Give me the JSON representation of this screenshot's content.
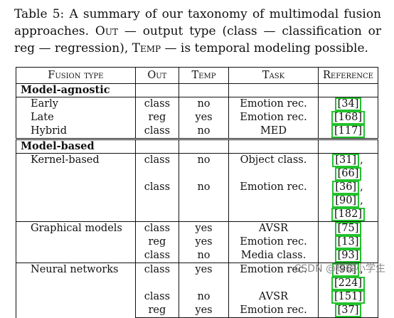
{
  "caption": {
    "prefix": "Table 5: A summary of our taxonomy of multimodal fusion approaches. ",
    "out_term": "Out",
    "out_desc": " — output type (class — classification or reg — regression), ",
    "temp_term": "Temp",
    "temp_desc": " — is temporal modeling possible."
  },
  "headers": [
    "Fusion type",
    "Out",
    "Temp",
    "Task",
    "Reference"
  ],
  "sections": [
    {
      "title": "Model-agnostic",
      "groups": [
        {
          "name": "Early",
          "rows": [
            {
              "out": "class",
              "temp": "no",
              "task": "Emotion rec.",
              "refs": [
                "[34]"
              ]
            }
          ]
        },
        {
          "name": "Late",
          "rows": [
            {
              "out": "reg",
              "temp": "yes",
              "task": "Emotion rec.",
              "refs": [
                "[168]"
              ]
            }
          ]
        },
        {
          "name": "Hybrid",
          "rows": [
            {
              "out": "class",
              "temp": "no",
              "task": "MED",
              "refs": [
                "[117]"
              ]
            }
          ]
        }
      ]
    },
    {
      "title": "Model-based",
      "groups": [
        {
          "name": "Kernel-based",
          "rows": [
            {
              "out": "class",
              "temp": "no",
              "task": "Object class.",
              "refs": [
                "[31]",
                "[66]"
              ]
            },
            {
              "out": "class",
              "temp": "no",
              "task": "Emotion rec.",
              "refs": [
                "[36]",
                "[90]",
                "[182]"
              ]
            }
          ]
        },
        {
          "name": "Graphical models",
          "rows": [
            {
              "out": "class",
              "temp": "yes",
              "task": "AVSR",
              "refs": [
                "[75]"
              ]
            },
            {
              "out": "reg",
              "temp": "yes",
              "task": "Emotion rec.",
              "refs": [
                "[13]"
              ]
            },
            {
              "out": "class",
              "temp": "no",
              "task": "Media class.",
              "refs": [
                "[93]"
              ]
            }
          ]
        },
        {
          "name": "Neural networks",
          "rows": [
            {
              "out": "class",
              "temp": "yes",
              "task": "Emotion rec.",
              "refs": [
                "[96]",
                "[224]"
              ]
            },
            {
              "out": "class",
              "temp": "no",
              "task": "AVSR",
              "refs": [
                "[151]"
              ]
            },
            {
              "out": "reg",
              "temp": "yes",
              "task": "Emotion rec.",
              "refs": [
                "[37]"
              ]
            }
          ]
        }
      ]
    }
  ],
  "watermark": "CSDN @辉辉小学生",
  "colors": {
    "ref_border": "#22c22c"
  }
}
